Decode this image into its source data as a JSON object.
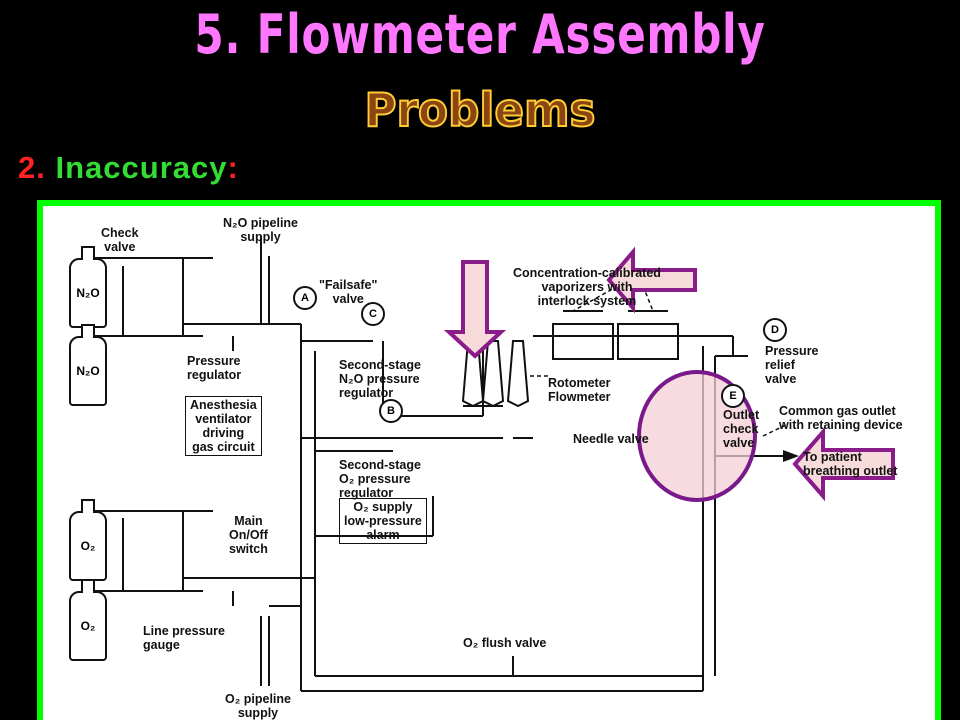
{
  "slide": {
    "title": "5. Flowmeter Assembly",
    "subtitle": "Problems",
    "point_number": "2.",
    "point_text": "Inaccuracy",
    "point_colon": ":"
  },
  "diagram": {
    "labels": {
      "check_valve": "Check\nvalve",
      "n2o_pipeline": "N₂O pipeline\nsupply",
      "failsafe": "\"Failsafe\"\nvalve",
      "concentration": "Concentration-calibrated\nvaporizers with\ninterlock system",
      "pressure_regulator": "Pressure\nregulator",
      "second_stage_n2o": "Second-stage\nN₂O pressure\nregulator",
      "rotometer": "Rotometer\nFlowmeter",
      "pressure_relief": "Pressure\nrelief\nvalve",
      "anesthesia_vent": "Anesthesia\nventilator\ndriving\ngas circuit",
      "needle_valve": "Needle valve",
      "outlet_check": "Outlet\ncheck\nvalve",
      "common_gas": "Common gas outlet\nwith retaining device",
      "to_patient": "To patient\nbreathing outlet",
      "second_stage_o2": "Second-stage\nO₂ pressure\nregulator",
      "o2_alarm": "O₂ supply\nlow-pressure\nalarm",
      "main_switch": "Main\nOn/Off\nswitch",
      "line_pressure": "Line pressure\ngauge",
      "o2_flush": "O₂ flush valve",
      "o2_pipeline": "O₂ pipeline\nsupply"
    },
    "markers": {
      "a": "A",
      "b": "B",
      "c": "C",
      "d": "D",
      "e": "E"
    },
    "cylinders": {
      "n2o_top": "N₂O",
      "n2o_bottom": "N₂O",
      "o2_top": "O₂",
      "o2_bottom": "O₂"
    },
    "colors": {
      "border": "#00ff00",
      "arrow_fill": "#f7dada",
      "arrow_stroke": "#8a1c8a",
      "ellipse_fill": "#f4cfd6",
      "ellipse_stroke": "#7a1a8a"
    }
  }
}
